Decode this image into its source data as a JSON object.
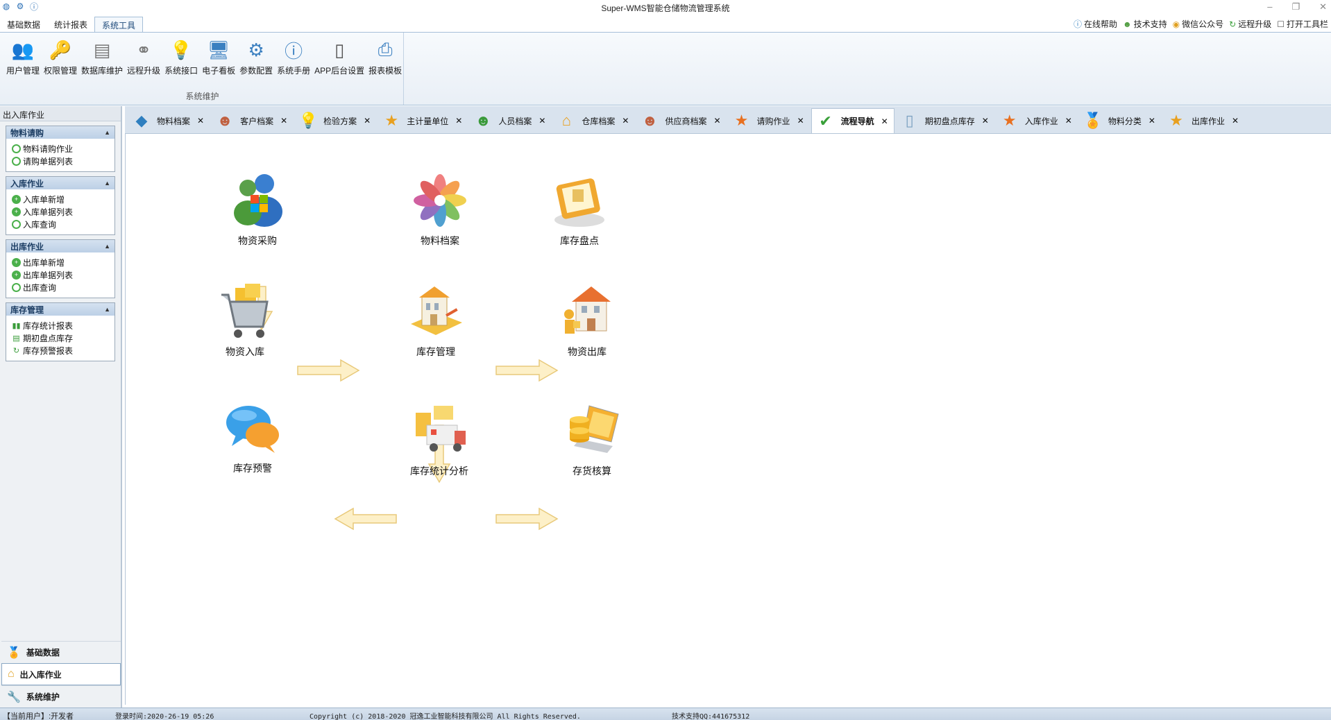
{
  "window": {
    "title": "Super-WMS智能仓储物流管理系统"
  },
  "ribbon": {
    "tabs": [
      "基础数据",
      "统计报表",
      "系统工具"
    ],
    "active_tab": "系统工具",
    "right_links": [
      "在线帮助",
      "技术支持",
      "微信公众号",
      "远程升级",
      "打开工具栏"
    ],
    "group_label": "系统维护",
    "buttons": [
      {
        "label": "用户管理",
        "icon": "users-icon"
      },
      {
        "label": "权限管理",
        "icon": "permission-icon"
      },
      {
        "label": "数据库维护",
        "icon": "database-icon"
      },
      {
        "label": "远程升级",
        "icon": "link-icon"
      },
      {
        "label": "系统接口",
        "icon": "bulb-icon"
      },
      {
        "label": "电子看板",
        "icon": "monitor-icon"
      },
      {
        "label": "参数配置",
        "icon": "gear-icon"
      },
      {
        "label": "系统手册",
        "icon": "info-icon"
      },
      {
        "label": "APP后台设置",
        "icon": "phone-icon"
      },
      {
        "label": "报表模板",
        "icon": "printer-icon"
      }
    ]
  },
  "left_panel": {
    "title": "出入库作业",
    "groups": [
      {
        "title": "物料请购",
        "items": [
          "物料请购作业",
          "请购单据列表"
        ]
      },
      {
        "title": "入库作业",
        "items": [
          "入库单新增",
          "入库单据列表",
          "入库查询"
        ]
      },
      {
        "title": "出库作业",
        "items": [
          "出库单新增",
          "出库单据列表",
          "出库查询"
        ]
      },
      {
        "title": "库存管理",
        "items": [
          "库存统计报表",
          "期初盘点库存",
          "库存预警报表"
        ]
      }
    ],
    "nav": [
      "基础数据",
      "出入库作业",
      "系统维护"
    ],
    "active_nav": "出入库作业"
  },
  "doc_tabs": {
    "items": [
      "物料档案",
      "客户档案",
      "检验方案",
      "主计量单位",
      "人员档案",
      "仓库档案",
      "供应商档案",
      "请购作业",
      "流程导航",
      "期初盘点库存",
      "入库作业",
      "物料分类",
      "出库作业"
    ],
    "active": "流程导航"
  },
  "flow": {
    "nodes": [
      "物资采购",
      "物料档案",
      "库存盘点",
      "物资入库",
      "库存管理",
      "物资出库",
      "库存预警",
      "库存统计分析",
      "存货核算"
    ]
  },
  "colors": {
    "arrow_fill": "#fdf0c8",
    "arrow_stroke": "#e8c97a",
    "accent": "#2f6faa"
  },
  "statusbar": {
    "user": "【当前用户】:开发者",
    "login_time": "登录时间:2020-26-19 05:26",
    "copyright": "Copyright (c) 2018-2020 冠逸工业智能科技有限公司 All Rights Reserved.",
    "support": "技术支持QQ:441675312"
  }
}
